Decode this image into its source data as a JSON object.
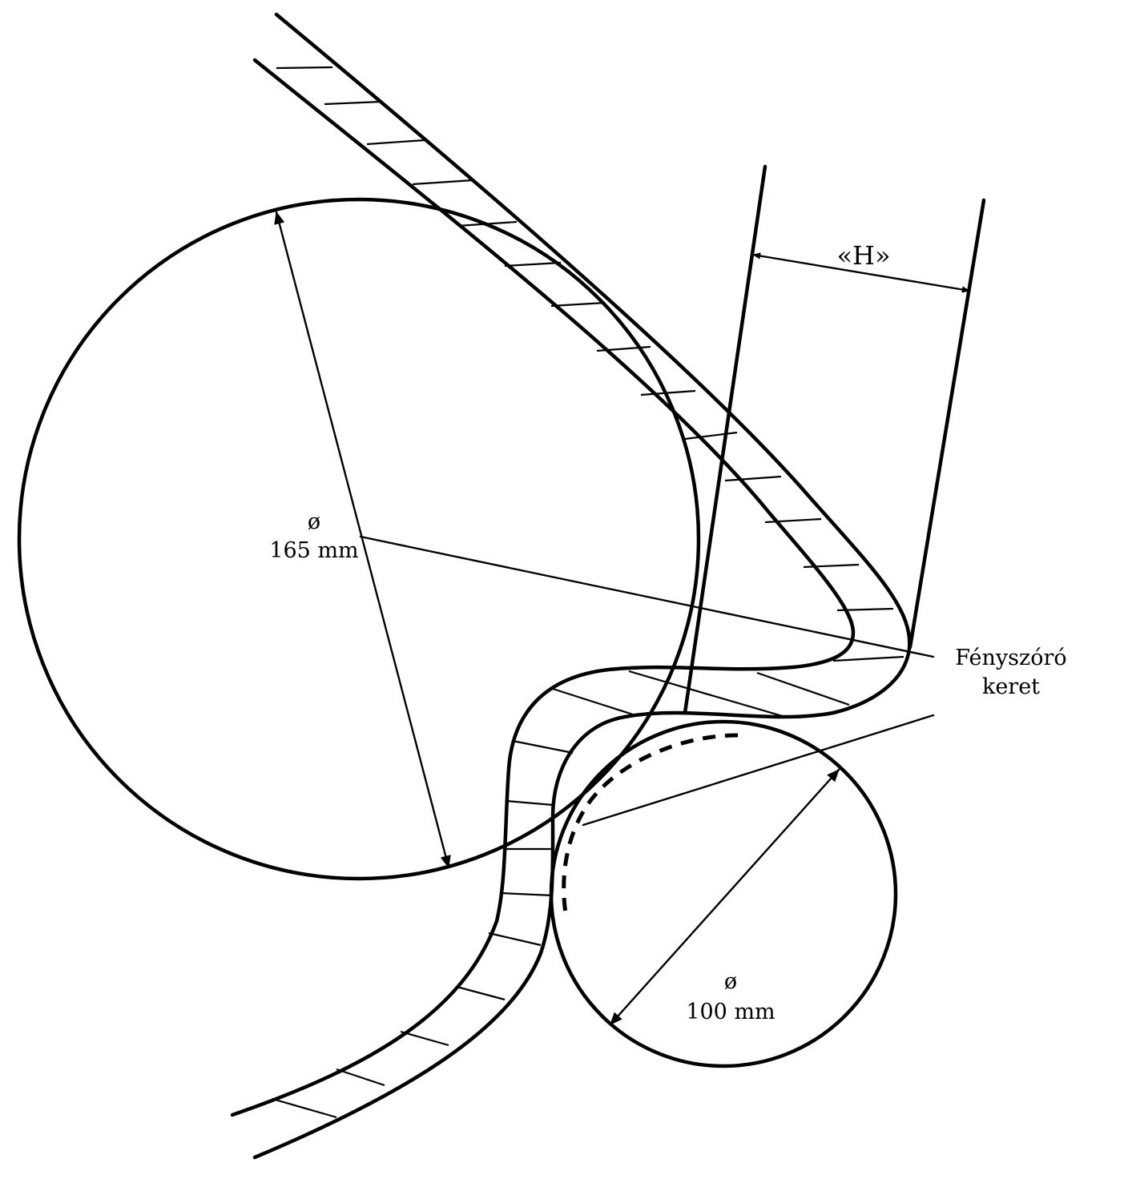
{
  "labels": {
    "large_circle_symbol": "ø",
    "large_circle_value": "165 mm",
    "small_circle_symbol": "ø",
    "small_circle_value": "100 mm",
    "dimension_h": "«H»",
    "headlamp_line1": "Fényszóró",
    "headlamp_line2": "keret"
  }
}
